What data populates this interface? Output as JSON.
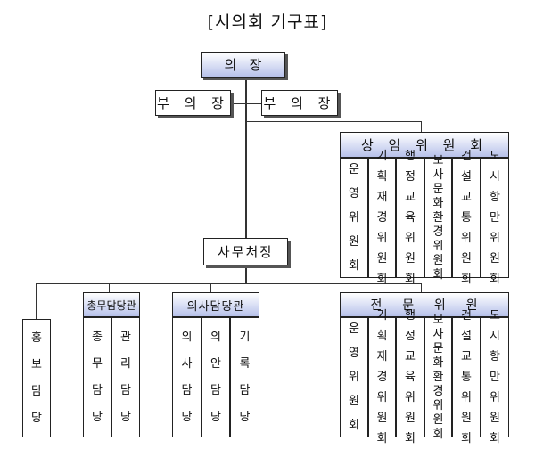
{
  "title": "[시의회 기구표]",
  "chairman": "의   장",
  "vice_left": "부 의 장",
  "vice_right": "부 의 장",
  "standing": {
    "title": "상 임 위 원 회",
    "committees": [
      "운영위원회",
      "기획재경위원회",
      "행정교육위원회",
      "보사문화환경위원회",
      "건설교통위원회",
      "도시항만위원회"
    ]
  },
  "secretary": "사무처장",
  "division_pr": "홍보담당",
  "general_affairs": {
    "title": "총무담당관",
    "units": [
      "총무담당",
      "관리담당"
    ]
  },
  "proceedings": {
    "title": "의사담당관",
    "units": [
      "의사담당",
      "의안담당",
      "기록담당"
    ]
  },
  "expert": {
    "title": "전    문    위    원",
    "committees": [
      "운영위원회",
      "기획재경위원회",
      "행정교육위원회",
      "보사문화환경위원회",
      "건설교통위원회",
      "도시항만위원회"
    ]
  },
  "colors": {
    "header_fill": "#c6ceef",
    "line": "#333333"
  }
}
